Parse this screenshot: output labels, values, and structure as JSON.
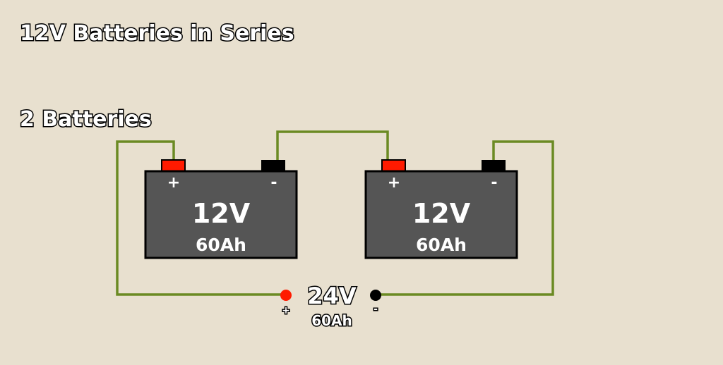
{
  "title": "12V Batteries in Series",
  "subtitle": "2 Batteries",
  "batteries": [
    {
      "voltage": "12V",
      "capacity": "60Ah",
      "plus": "+",
      "minus": "-"
    },
    {
      "voltage": "12V",
      "capacity": "60Ah",
      "plus": "+",
      "minus": "-"
    }
  ],
  "output": {
    "voltage": "24V",
    "capacity": "60Ah",
    "plus": "+",
    "minus": "-"
  },
  "colors": {
    "background": "#e8e0cf",
    "wire": "#6b8a23",
    "battery": "#555555",
    "positive": "#ff1a00",
    "negative": "#000000"
  }
}
